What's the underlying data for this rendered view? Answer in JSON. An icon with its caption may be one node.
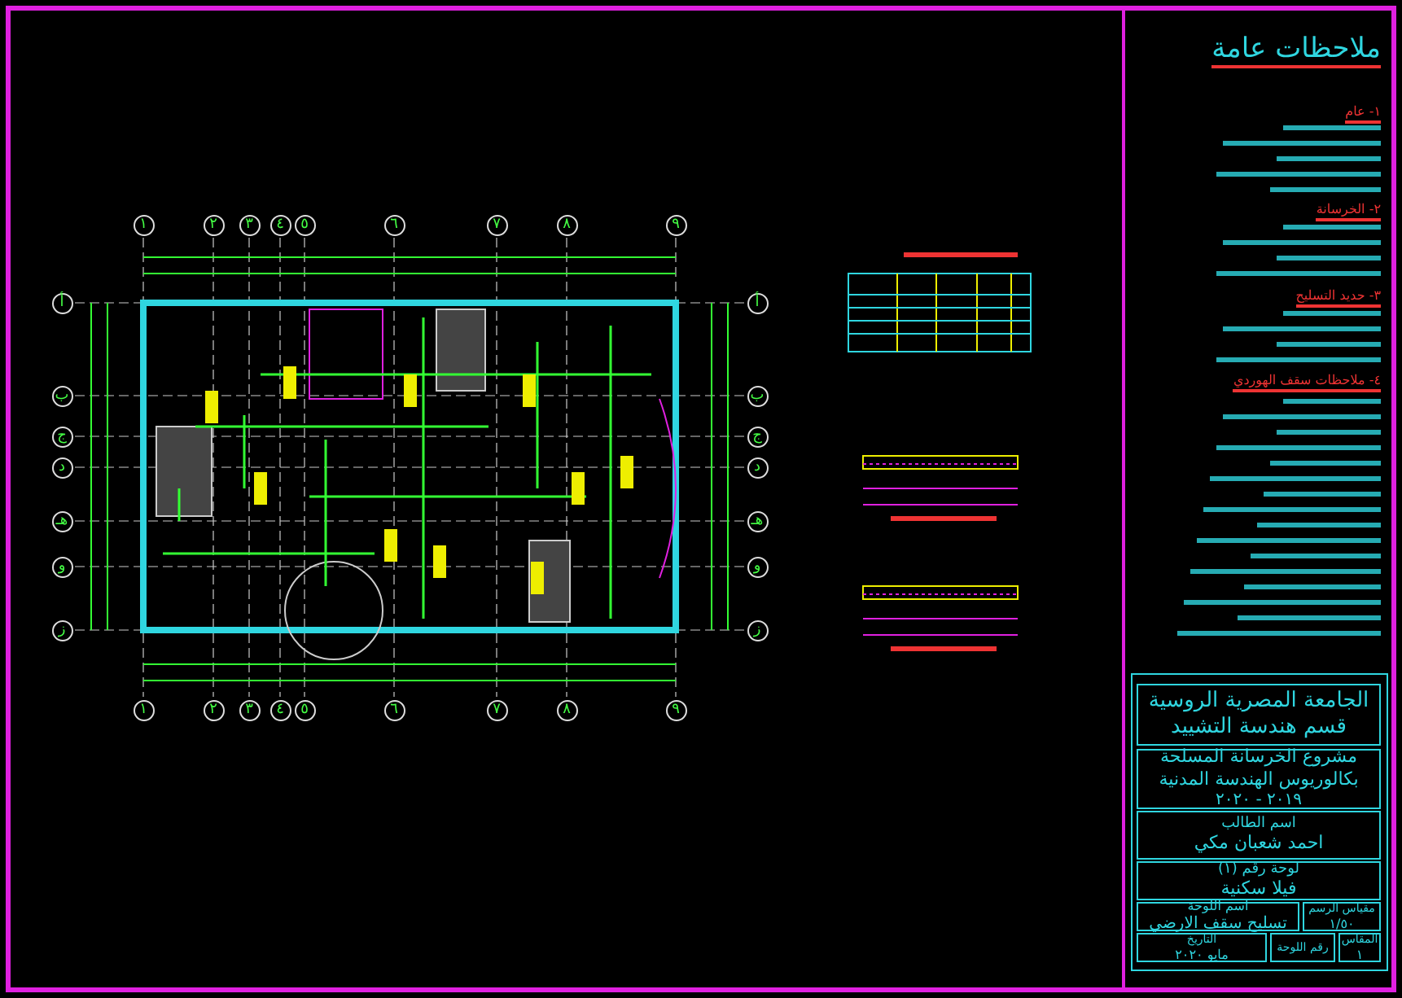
{
  "diagram": {
    "nodes": [
      {
        "text": [
          "الجامعة المصرية الروسية",
          "قسم هندسة التشييد"
        ]
      },
      {
        "text": [
          "مشروع الخرسانة المسلحة",
          "بكالوريوس الهندسة المدنية",
          "٢٠١٩ - ٢٠٢٠"
        ]
      },
      {
        "text": [
          "اسم الطالب",
          "احمد شعبان مكي"
        ]
      },
      {
        "text": [
          "لوحة رقم (١)",
          "فيلا سكنية"
        ]
      },
      {
        "text": [
          "اسم اللوحة",
          "تسليح سقف الارضي"
        ]
      },
      {
        "text": [
          "مقياس الرسم",
          "١/٥٠"
        ]
      },
      {
        "text": [
          "التاريخ",
          "مايو ٢٠٢٠"
        ]
      },
      {
        "text": [
          "رقم اللوحة"
        ]
      },
      {
        "text": [
          "المقاس",
          "١"
        ]
      }
    ],
    "labels": [
      "ملاحظات عامة",
      "١- عام",
      "٢- الخرسانة",
      "٣- حديد التسليح",
      "٤- ملاحظات سقف الهوردي",
      "١",
      "٢",
      "٣",
      "٤",
      "٥",
      "٦",
      "٧",
      "٨",
      "٩",
      "أ",
      "ب",
      "ج",
      "د",
      "هـ",
      "و",
      "ز",
      "أ",
      "ب",
      "ج",
      "د",
      "هـ",
      "و",
      "ز",
      "١",
      "٢",
      "٣",
      "٤",
      "٥",
      "٦",
      "٧",
      "٨",
      "٩"
    ]
  }
}
